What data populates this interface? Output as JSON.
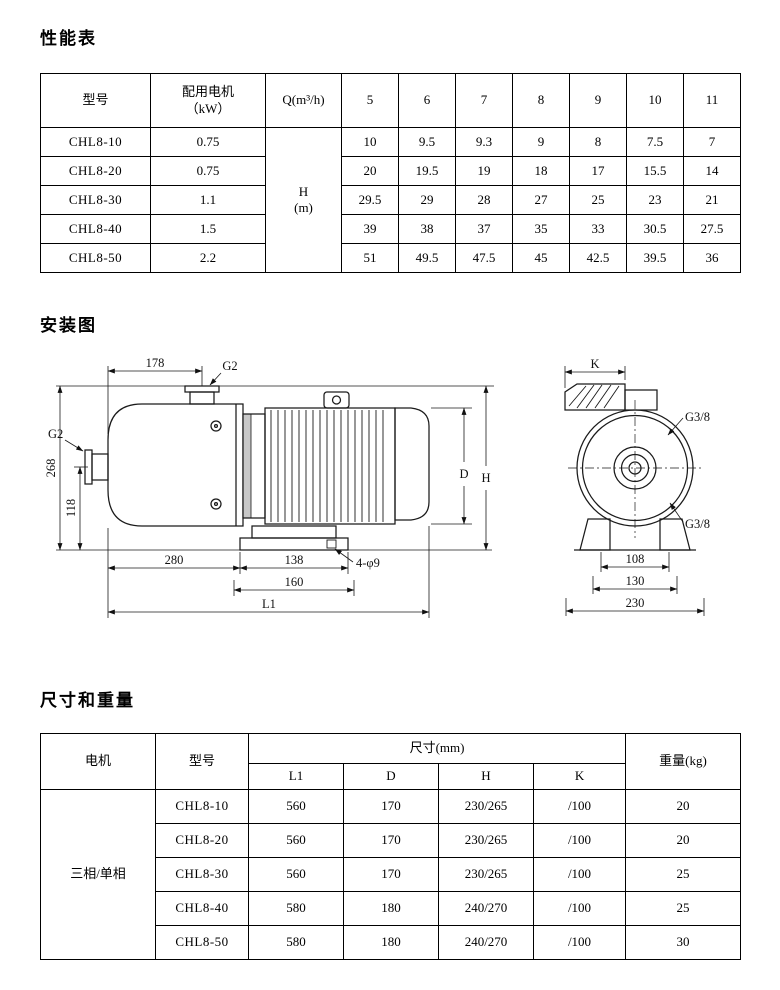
{
  "page": {
    "section1_title": "性能表",
    "section2_title": "安装图",
    "section3_title": "尺寸和重量"
  },
  "performance": {
    "headers": {
      "model": "型号",
      "motor": "配用电机\n（kW）",
      "flow": "Q(m³/h)"
    },
    "flow_values": [
      "5",
      "6",
      "7",
      "8",
      "9",
      "10",
      "11"
    ],
    "head_label": "H\n(m)",
    "rows": [
      {
        "model": "CHL8-10",
        "motor": "0.75",
        "h": [
          "10",
          "9.5",
          "9.3",
          "9",
          "8",
          "7.5",
          "7"
        ]
      },
      {
        "model": "CHL8-20",
        "motor": "0.75",
        "h": [
          "20",
          "19.5",
          "19",
          "18",
          "17",
          "15.5",
          "14"
        ]
      },
      {
        "model": "CHL8-30",
        "motor": "1.1",
        "h": [
          "29.5",
          "29",
          "28",
          "27",
          "25",
          "23",
          "21"
        ]
      },
      {
        "model": "CHL8-40",
        "motor": "1.5",
        "h": [
          "39",
          "38",
          "37",
          "35",
          "33",
          "30.5",
          "27.5"
        ]
      },
      {
        "model": "CHL8-50",
        "motor": "2.2",
        "h": [
          "51",
          "49.5",
          "47.5",
          "45",
          "42.5",
          "39.5",
          "36"
        ]
      }
    ]
  },
  "diagram": {
    "side": {
      "dim_178": "178",
      "g2_top": "G2",
      "g2_left": "G2",
      "dim_268": "268",
      "dim_118": "118",
      "dim_280": "280",
      "dim_138": "138",
      "dim_160": "160",
      "dim_l1": "L1",
      "holes": "4-φ9",
      "dim_d": "D",
      "dim_h": "H"
    },
    "end": {
      "dim_k": "K",
      "g38_top": "G3/8",
      "g38_bottom": "G3/8",
      "dim_108": "108",
      "dim_130": "130",
      "dim_230": "230"
    }
  },
  "dimensions": {
    "headers": {
      "motor": "电机",
      "model": "型号",
      "size": "尺寸(mm)",
      "weight": "重量(kg)"
    },
    "size_cols": [
      "L1",
      "D",
      "H",
      "K"
    ],
    "motor_type": "三相/单相",
    "rows": [
      {
        "model": "CHL8-10",
        "l1": "560",
        "d": "170",
        "h": "230/265",
        "k": "/100",
        "weight": "20"
      },
      {
        "model": "CHL8-20",
        "l1": "560",
        "d": "170",
        "h": "230/265",
        "k": "/100",
        "weight": "20"
      },
      {
        "model": "CHL8-30",
        "l1": "560",
        "d": "170",
        "h": "230/265",
        "k": "/100",
        "weight": "25"
      },
      {
        "model": "CHL8-40",
        "l1": "580",
        "d": "180",
        "h": "240/270",
        "k": "/100",
        "weight": "25"
      },
      {
        "model": "CHL8-50",
        "l1": "580",
        "d": "180",
        "h": "240/270",
        "k": "/100",
        "weight": "30"
      }
    ]
  }
}
